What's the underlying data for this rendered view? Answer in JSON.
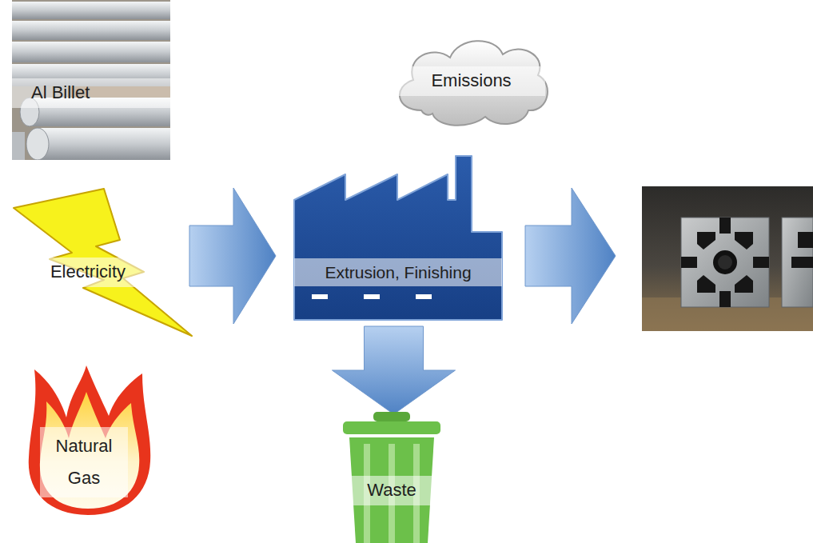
{
  "diagram": {
    "nodes": [
      {
        "text": [
          "Al Billet"
        ]
      },
      {
        "text": [
          "Emissions"
        ]
      },
      {
        "text": [
          "Electricity"
        ]
      },
      {
        "text": [
          "Extrusion, Finishing"
        ]
      },
      {
        "text": [
          "Natural Gas"
        ]
      },
      {
        "text": [
          "Waste"
        ]
      }
    ],
    "edges": [
      {
        "from": 3,
        "to": 5,
        "arrow": "to"
      }
    ]
  }
}
